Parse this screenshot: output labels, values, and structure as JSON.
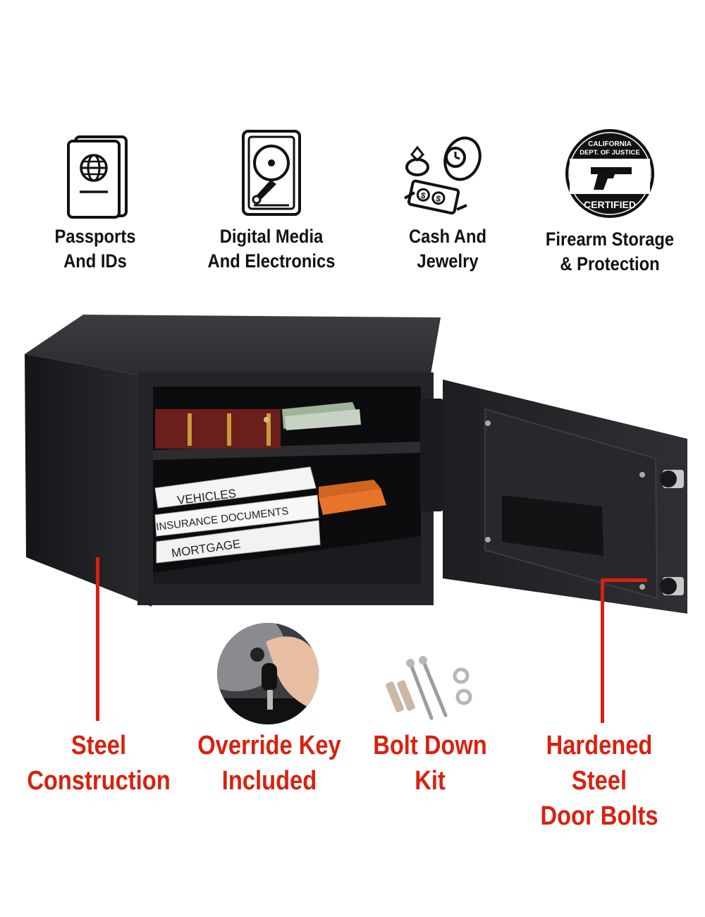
{
  "features": [
    {
      "line1": "Passports",
      "line2": "And IDs",
      "icon": "passport-icon"
    },
    {
      "line1": "Digital Media",
      "line2": "And Electronics",
      "icon": "hard-drive-icon"
    },
    {
      "line1": "Cash And",
      "line2": "Jewelry",
      "icon": "cash-jewelry-icon"
    },
    {
      "line1": "Firearm Storage",
      "line2": "& Protection",
      "icon": "ca-doj-certified-seal"
    }
  ],
  "seal": {
    "top1": "CALIFORNIA",
    "top2": "DEPT. OF JUSTICE",
    "bottom": "CERTIFIED"
  },
  "binders": [
    "VEHICLES",
    "INSURANCE DOCUMENTS",
    "MORTGAGE"
  ],
  "callouts": [
    {
      "line1": "Steel",
      "line2": "Construction"
    },
    {
      "line1": "Override Key",
      "line2": "Included"
    },
    {
      "line1": "Bolt Down",
      "line2": "Kit"
    },
    {
      "line1": "Hardened Steel",
      "line2": "Door Bolts"
    }
  ],
  "colors": {
    "accent": "#d9210f",
    "safe": "#1f2023",
    "text": "#111111"
  }
}
